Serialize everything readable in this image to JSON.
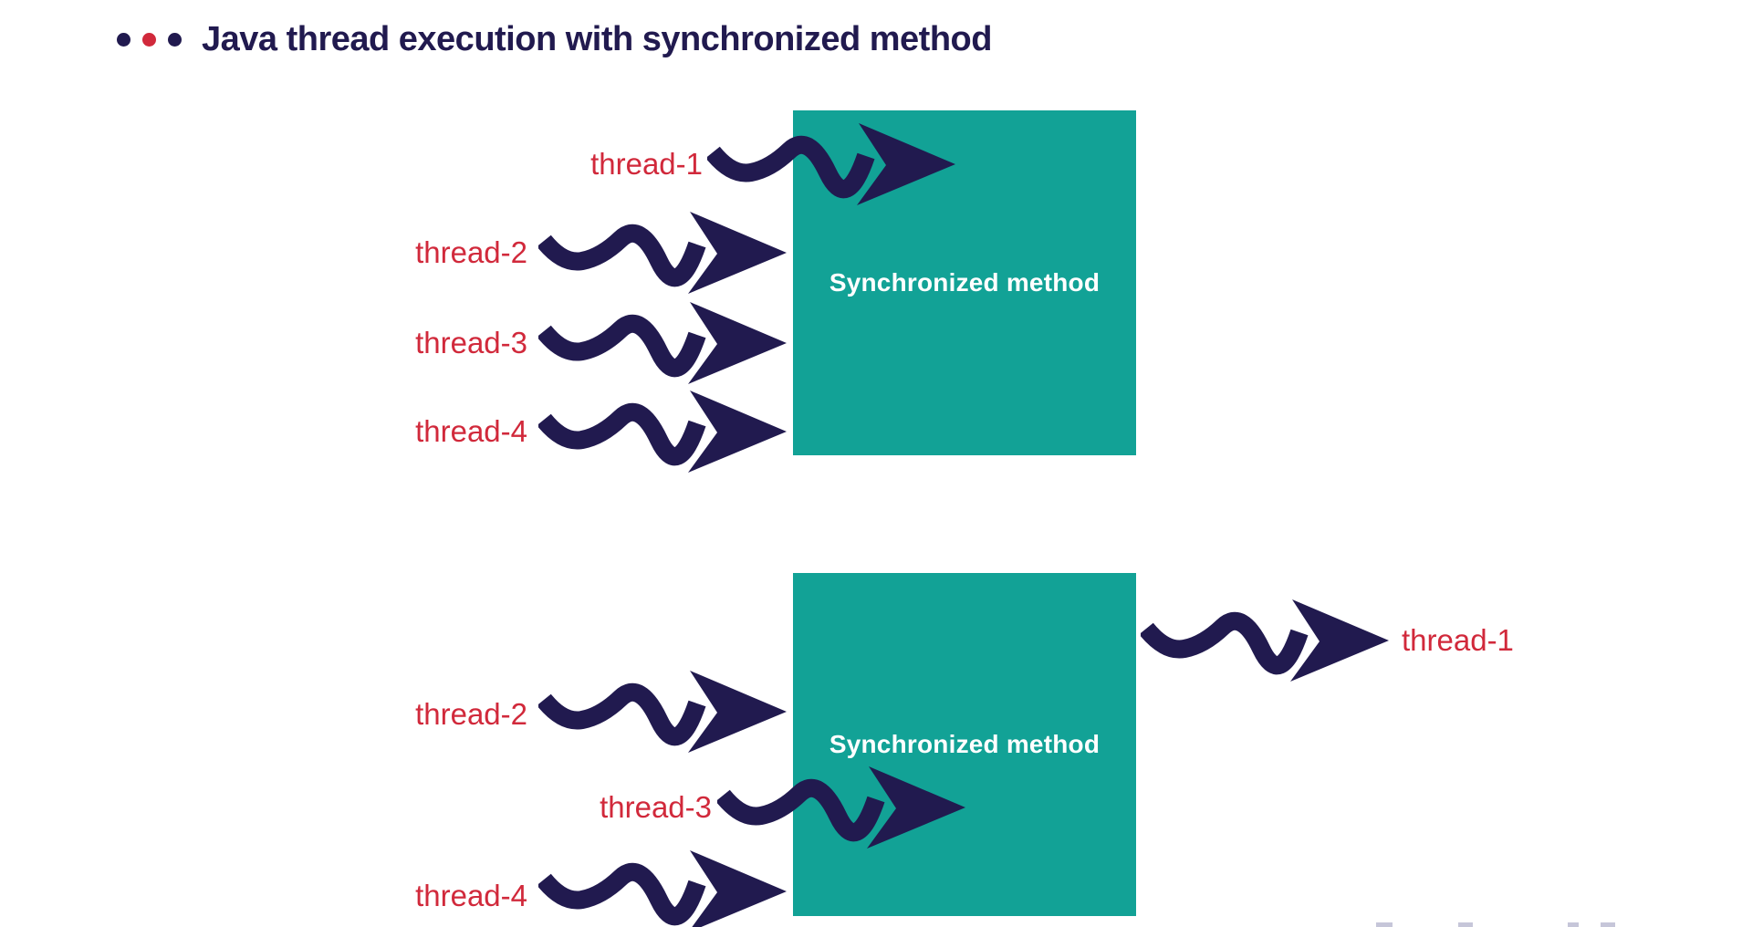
{
  "title": {
    "text": "Java thread execution with synchronized method"
  },
  "colors": {
    "navy": "#211A4F",
    "red": "#D1293B",
    "teal": "#12A296",
    "box_text": "#FFFFFF",
    "background": "#FFFFFF"
  },
  "diagrams": [
    {
      "id": "top",
      "box_label": "Synchronized method",
      "threads": [
        {
          "label": "thread-1",
          "state": "entering synchronized method"
        },
        {
          "label": "thread-2",
          "state": "waiting at boundary"
        },
        {
          "label": "thread-3",
          "state": "waiting at boundary"
        },
        {
          "label": "thread-4",
          "state": "waiting at boundary"
        }
      ]
    },
    {
      "id": "bottom",
      "box_label": "Synchronized method",
      "threads": [
        {
          "label": "thread-1",
          "state": "exiting synchronized method"
        },
        {
          "label": "thread-2",
          "state": "waiting at boundary"
        },
        {
          "label": "thread-3",
          "state": "executing inside synchronized method"
        },
        {
          "label": "thread-4",
          "state": "waiting at boundary"
        }
      ]
    }
  ]
}
